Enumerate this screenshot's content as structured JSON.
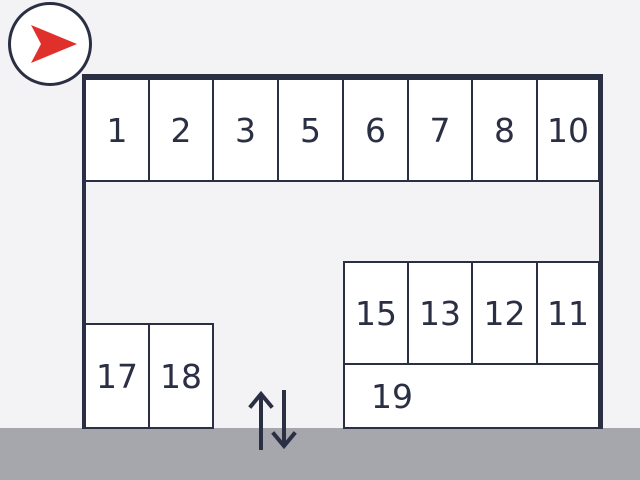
{
  "colors": {
    "line": "#2b2f44",
    "stall_fill": "#ffffff",
    "ground": "#f3f3f5",
    "road": "#a6a6ad",
    "compass_arrow": "#e0302b"
  },
  "compass": {
    "icon": "direction-arrow-icon"
  },
  "entrance": {
    "icon": "two-way-arrows-icon"
  },
  "stalls": [
    {
      "label": "1"
    },
    {
      "label": "2"
    },
    {
      "label": "3"
    },
    {
      "label": "5"
    },
    {
      "label": "6"
    },
    {
      "label": "7"
    },
    {
      "label": "8"
    },
    {
      "label": "10"
    },
    {
      "label": "15"
    },
    {
      "label": "13"
    },
    {
      "label": "12"
    },
    {
      "label": "11"
    },
    {
      "label": "19"
    },
    {
      "label": "17"
    },
    {
      "label": "18"
    }
  ]
}
